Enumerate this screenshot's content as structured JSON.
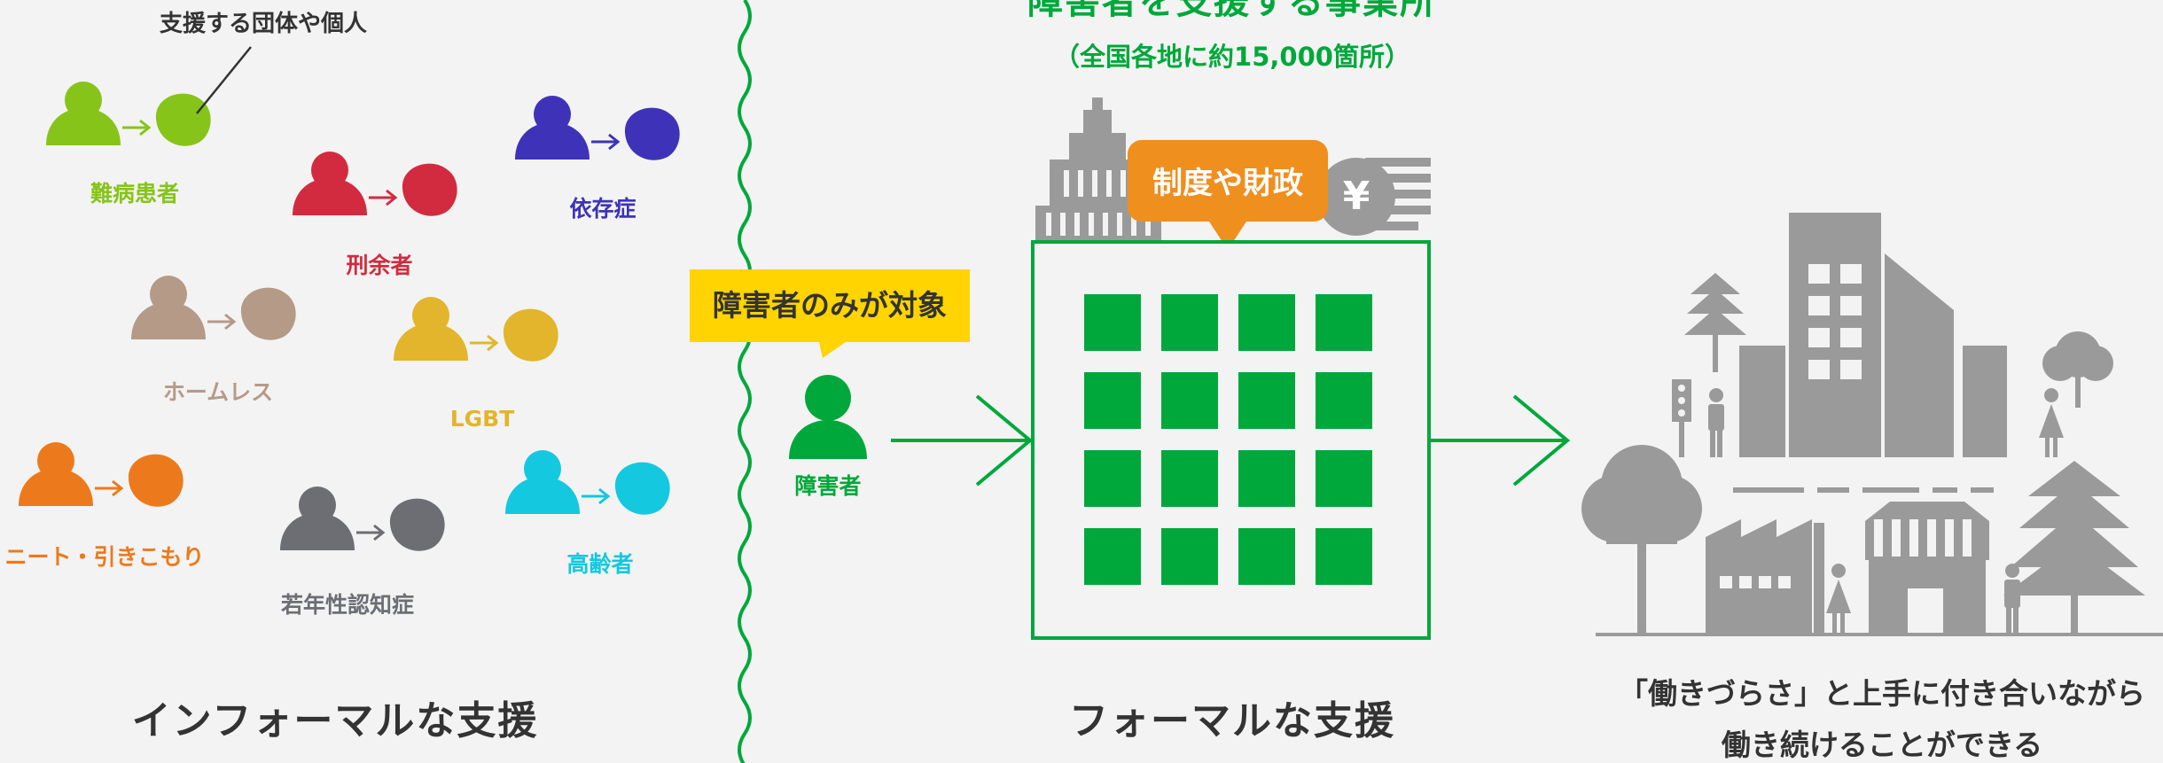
{
  "colors": {
    "green": "#00a83b",
    "nanbyo": "#86c41a",
    "keiyo": "#d22b3f",
    "izon": "#3e33b8",
    "homeless": "#b59a88",
    "lgbt": "#e2b52c",
    "neet": "#ec7a1c",
    "jakunen": "#6d6e74",
    "koreisha": "#14c8df",
    "orange": "#ef8f1e",
    "yellow": "#ffd400",
    "gray": "#9a9a9a"
  },
  "left": {
    "supporter_label": "支援する団体や個人",
    "groups": [
      {
        "label": "難病患者",
        "color_key": "nanbyo"
      },
      {
        "label": "刑余者",
        "color_key": "keiyo"
      },
      {
        "label": "依存症",
        "color_key": "izon"
      },
      {
        "label": "ホームレス",
        "color_key": "homeless"
      },
      {
        "label": "LGBT",
        "color_key": "lgbt"
      },
      {
        "label": "ニート・引きこもり",
        "color_key": "neet"
      },
      {
        "label": "若年性認知症",
        "color_key": "jakunen"
      },
      {
        "label": "高齢者",
        "color_key": "koreisha"
      }
    ],
    "section_title": "インフォーマルな支援"
  },
  "middle": {
    "header_title": "障害者を支援する事業所",
    "header_sub": "（全国各地に約15,000箇所）",
    "system_label": "制度や財政",
    "yen_symbol": "¥",
    "target_label": "障害者のみが対象",
    "person_label": "障害者",
    "section_title": "フォーマルな支援"
  },
  "right": {
    "caption_line1": "「働きづらさ」と上手に付き合いながら",
    "caption_line2": "働き続けることができる"
  }
}
